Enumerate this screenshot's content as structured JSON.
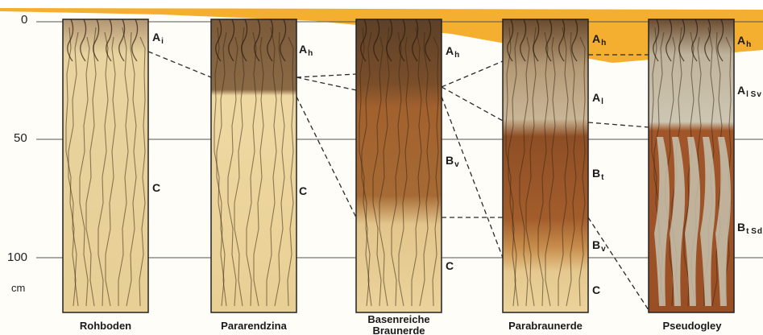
{
  "axis": {
    "ticks": [
      "0",
      "50",
      "100"
    ],
    "unit": "cm"
  },
  "colors": {
    "litter_band": "#f3a51a",
    "ah_dark": "#6b4a2a",
    "ai_light": "#c9b89a",
    "c_pale": "#ecd69e",
    "bv_brown": "#a0582a",
    "bt_rust": "#9c4f26",
    "stagnic": "#c9c9b8",
    "ink": "#1a1a1a",
    "grid": "#555555"
  },
  "profiles": [
    {
      "name_line1": "Rohboden",
      "name_line2": "",
      "horizons": [
        {
          "main": "A",
          "sub": "i"
        },
        {
          "main": "C",
          "sub": ""
        }
      ]
    },
    {
      "name_line1": "Pararendzina",
      "name_line2": "",
      "horizons": [
        {
          "main": "A",
          "sub": "h"
        },
        {
          "main": "C",
          "sub": ""
        }
      ]
    },
    {
      "name_line1": "Basenreiche",
      "name_line2": "Braunerde",
      "horizons": [
        {
          "main": "A",
          "sub": "h"
        },
        {
          "main": "B",
          "sub": "v"
        },
        {
          "main": "C",
          "sub": ""
        }
      ]
    },
    {
      "name_line1": "Parabraunerde",
      "name_line2": "",
      "horizons": [
        {
          "main": "A",
          "sub": "h"
        },
        {
          "main": "A",
          "sub": "l"
        },
        {
          "main": "B",
          "sub": "t"
        },
        {
          "main": "B",
          "sub": "v"
        },
        {
          "main": "C",
          "sub": ""
        }
      ]
    },
    {
      "name_line1": "Pseudogley",
      "name_line2": "",
      "horizons": [
        {
          "main": "A",
          "sub": "h"
        },
        {
          "main": "A",
          "sub": "l S",
          "sub2": "v"
        },
        {
          "main": "B",
          "sub": "t S",
          "sub2": "d"
        }
      ]
    }
  ]
}
